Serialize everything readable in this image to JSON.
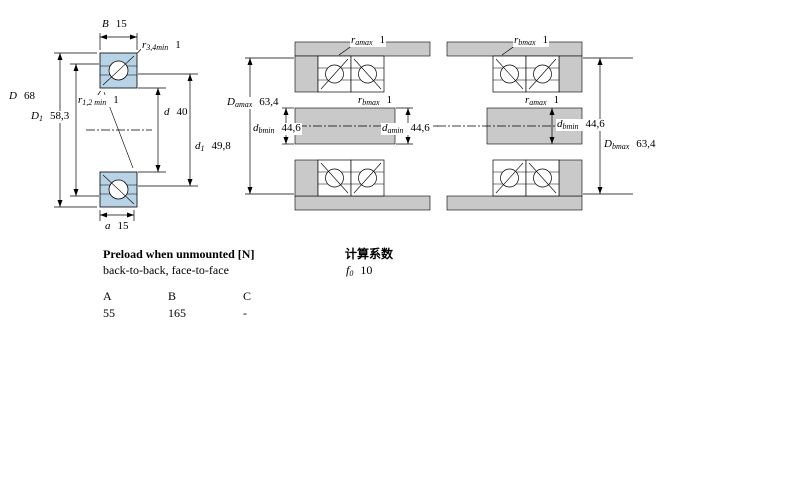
{
  "drawings": {
    "left": {
      "dims": {
        "B": {
          "name": "B",
          "sub": "",
          "value": "15"
        },
        "r34": {
          "name": "r",
          "sub": "3,4min",
          "value": "1"
        },
        "D": {
          "name": "D",
          "sub": "",
          "value": "68"
        },
        "D1": {
          "name": "D",
          "sub": "1",
          "value": "58,3"
        },
        "r12": {
          "name": "r",
          "sub": "1,2 min",
          "value": "1"
        },
        "d": {
          "name": "d",
          "sub": "",
          "value": "40"
        },
        "d1": {
          "name": "d",
          "sub": "1",
          "value": "49,8"
        },
        "a": {
          "name": "a",
          "sub": "",
          "value": "15"
        }
      }
    },
    "middle": {
      "dims": {
        "r_amax": {
          "name": "r",
          "sub": "amax",
          "value": "1"
        },
        "D_amax": {
          "name": "D",
          "sub": "amax",
          "value": "63,4"
        },
        "r_bmax": {
          "name": "r",
          "sub": "bmax",
          "value": "1"
        },
        "d_bmin": {
          "name": "d",
          "sub": "bmin",
          "value": "44,6"
        },
        "d_amin": {
          "name": "d",
          "sub": "amin",
          "value": "44,6"
        }
      }
    },
    "right": {
      "dims": {
        "r_bmax": {
          "name": "r",
          "sub": "bmax",
          "value": "1"
        },
        "r_amax": {
          "name": "r",
          "sub": "amax",
          "value": "1"
        },
        "d_bmin": {
          "name": "d",
          "sub": "bmin",
          "value": "44,6"
        },
        "D_bmax": {
          "name": "D",
          "sub": "bmax",
          "value": "63,4"
        }
      }
    }
  },
  "preload": {
    "title": "Preload when unmounted [N]",
    "subtitle": "back-to-back, face-to-face",
    "table": {
      "headers": [
        "A",
        "B",
        "C"
      ],
      "values": [
        "55",
        "165",
        "-"
      ]
    }
  },
  "calculation": {
    "title": "计算系数",
    "f0": {
      "name": "f",
      "sub": "0",
      "value": "10"
    }
  },
  "colors": {
    "bearing_fill": "#b9d3e6",
    "steel_gray": "#c9c9c9",
    "line": "#000000"
  }
}
